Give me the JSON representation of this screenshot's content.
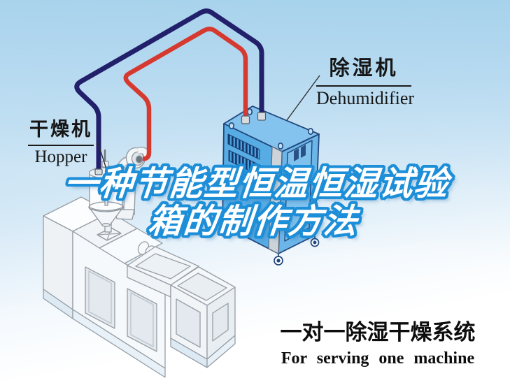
{
  "labels": {
    "dryer_cn": "干燥机",
    "dryer_en": "Hopper",
    "dehumidifier_cn": "除湿机",
    "dehumidifier_en": "Dehumidifier"
  },
  "title": {
    "line1": "一种节能型恒温恒湿试验",
    "line2": "箱的制作方法",
    "fill_color": "#ffffff",
    "outline_color": "#1d8ed8"
  },
  "caption": {
    "cn": "一对一除湿干燥系统",
    "en": "For serving one machine"
  },
  "colors": {
    "sky_top": "#aad3ed",
    "sky_bottom": "#ffffff",
    "return_pipe": "#23206b",
    "supply_pipe": "#d6392f",
    "dehumidifier_left_face": "#58ace4",
    "dehumidifier_top_face": "#83c3ee",
    "dehumidifier_right_face": "#6bb5e9",
    "machine_body": "#f6f9fb",
    "label_text": "#161616"
  },
  "graphics": {
    "dehumidifier_unit": "blue wheeled dehumidifier cabinet with louvered vents and door",
    "dryer_hopper": "hopper dryer with cone, sight glass, blower and ducts on extruder",
    "extruder": "isometric injection molding machine with window panels",
    "pipes": "red supply hose and navy return hose connecting hopper to dehumidifier"
  }
}
